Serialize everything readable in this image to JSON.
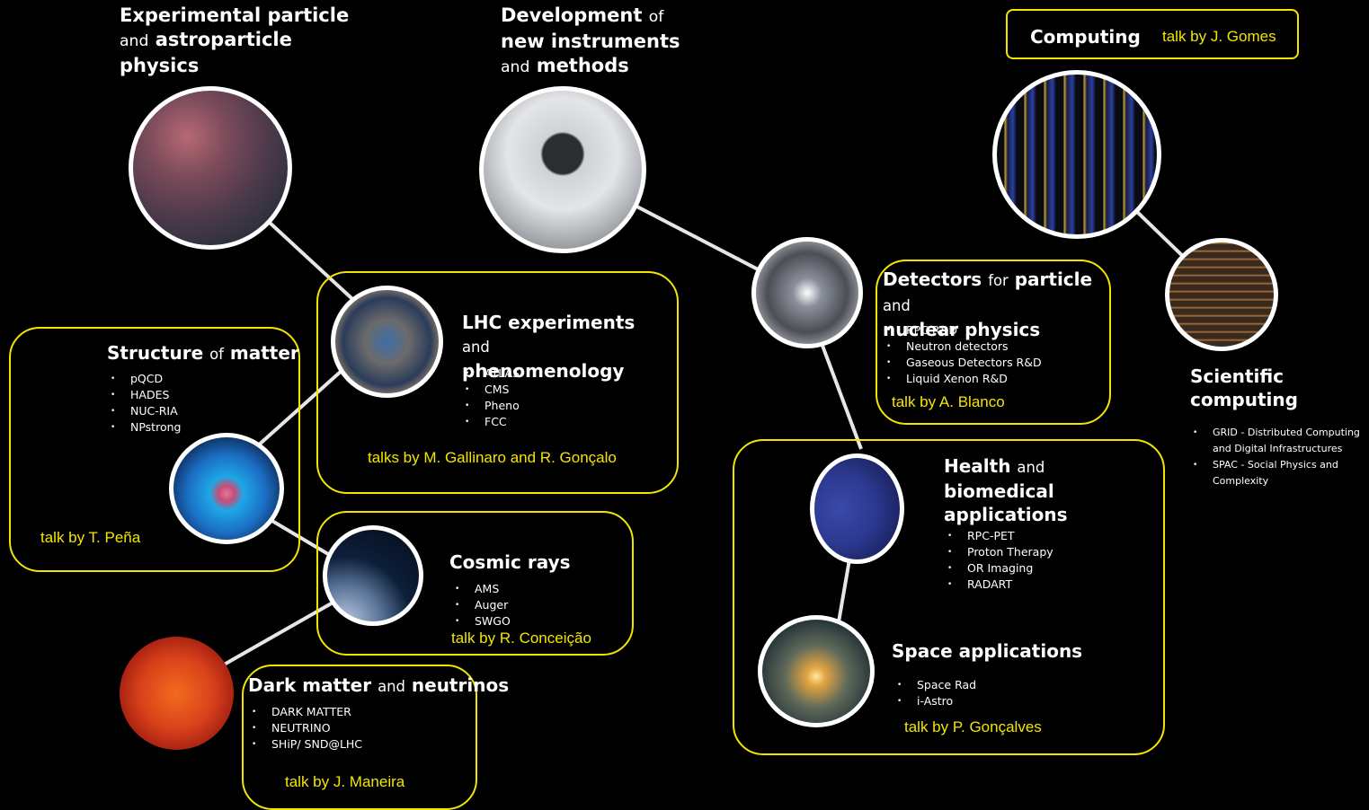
{
  "headings": {
    "exp_physics": {
      "part1": "Experimental particle",
      "part2a": "and",
      "part2b": "astroparticle",
      "part3": "physics"
    },
    "development": {
      "part1a": "Development",
      "part1b": "of",
      "part2": "new instruments",
      "part3a": "and",
      "part3b": "methods"
    },
    "computing": "Computing",
    "structure": {
      "a": "Structure",
      "b": "of",
      "c": "matter"
    },
    "lhc": {
      "a": "LHC experiments",
      "b": "and",
      "c": "phenomenology"
    },
    "cosmic": "Cosmic rays",
    "dark": {
      "a": "Dark matter",
      "b": "and",
      "c": "neutrinos"
    },
    "detectors": {
      "a": "Detectors",
      "b": "for",
      "c": "particle",
      "d": "and",
      "e": "nuclear physics"
    },
    "health": {
      "a": "Health",
      "b": "and",
      "c": "biomedical",
      "d": "applications"
    },
    "space": "Space applications",
    "scientific": {
      "a": "Scientific",
      "b": "computing"
    }
  },
  "lists": {
    "structure": [
      "pQCD",
      "HADES",
      "NUC-RIA",
      "NPstrong"
    ],
    "lhc": [
      "ATLAS",
      "CMS",
      "Pheno",
      "FCC"
    ],
    "cosmic": [
      "AMS",
      "Auger",
      "SWGO"
    ],
    "dark": [
      "DARK MATTER",
      "NEUTRINO",
      "SHiP/ SND@LHC"
    ],
    "detectors": [
      "RPC R&D",
      "Neutron detectors",
      "Gaseous Detectors R&D",
      "Liquid Xenon R&D"
    ],
    "health": [
      "RPC-PET",
      "Proton Therapy",
      "OR Imaging",
      "RADART"
    ],
    "space": [
      "Space Rad",
      "i-Astro"
    ],
    "scientific": [
      "GRID - Distributed Computing and Digital Infrastructures",
      "SPAC - Social Physics and Complexity"
    ]
  },
  "talks": {
    "computing": "talk by J. Gomes",
    "structure": "talk by T. Peña",
    "lhc": "talks by M. Gallinaro and R. Gonçalo",
    "cosmic": "talk by R. Conceição",
    "dark": "talk by J. Maneira",
    "detectors": "talk by A. Blanco",
    "space_health": "talk by P. Gonçalves"
  },
  "images": [
    "nebula-image",
    "instrument-image",
    "computing-cluster-image",
    "lhc-detector-image",
    "detector-tunnel-image",
    "chip-image",
    "nucleus-image",
    "cosmic-earth-image",
    "sun-image",
    "human-body-image",
    "galaxy-image"
  ],
  "colors": {
    "accent": "#f2e600",
    "background": "#000000",
    "line": "#ffffff"
  }
}
